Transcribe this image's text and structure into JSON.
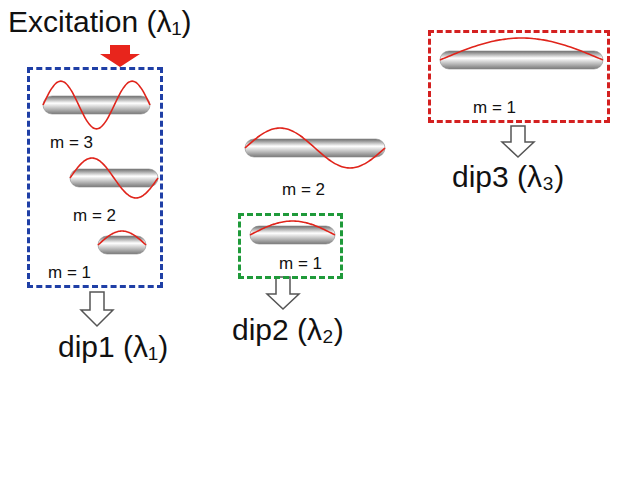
{
  "diagram": {
    "nodes": [
      {
        "text": [
          "m = 3",
          "m = 2",
          "m = 1"
        ]
      },
      {
        "text": [
          "m = 1"
        ]
      },
      {
        "text": [
          "m = 1"
        ]
      }
    ],
    "labels": [
      "Excitation (λ₁)",
      "m = 2",
      "dip1 (λ₁)",
      "dip2 (λ₂)",
      "dip3 (λ₃)"
    ]
  }
}
